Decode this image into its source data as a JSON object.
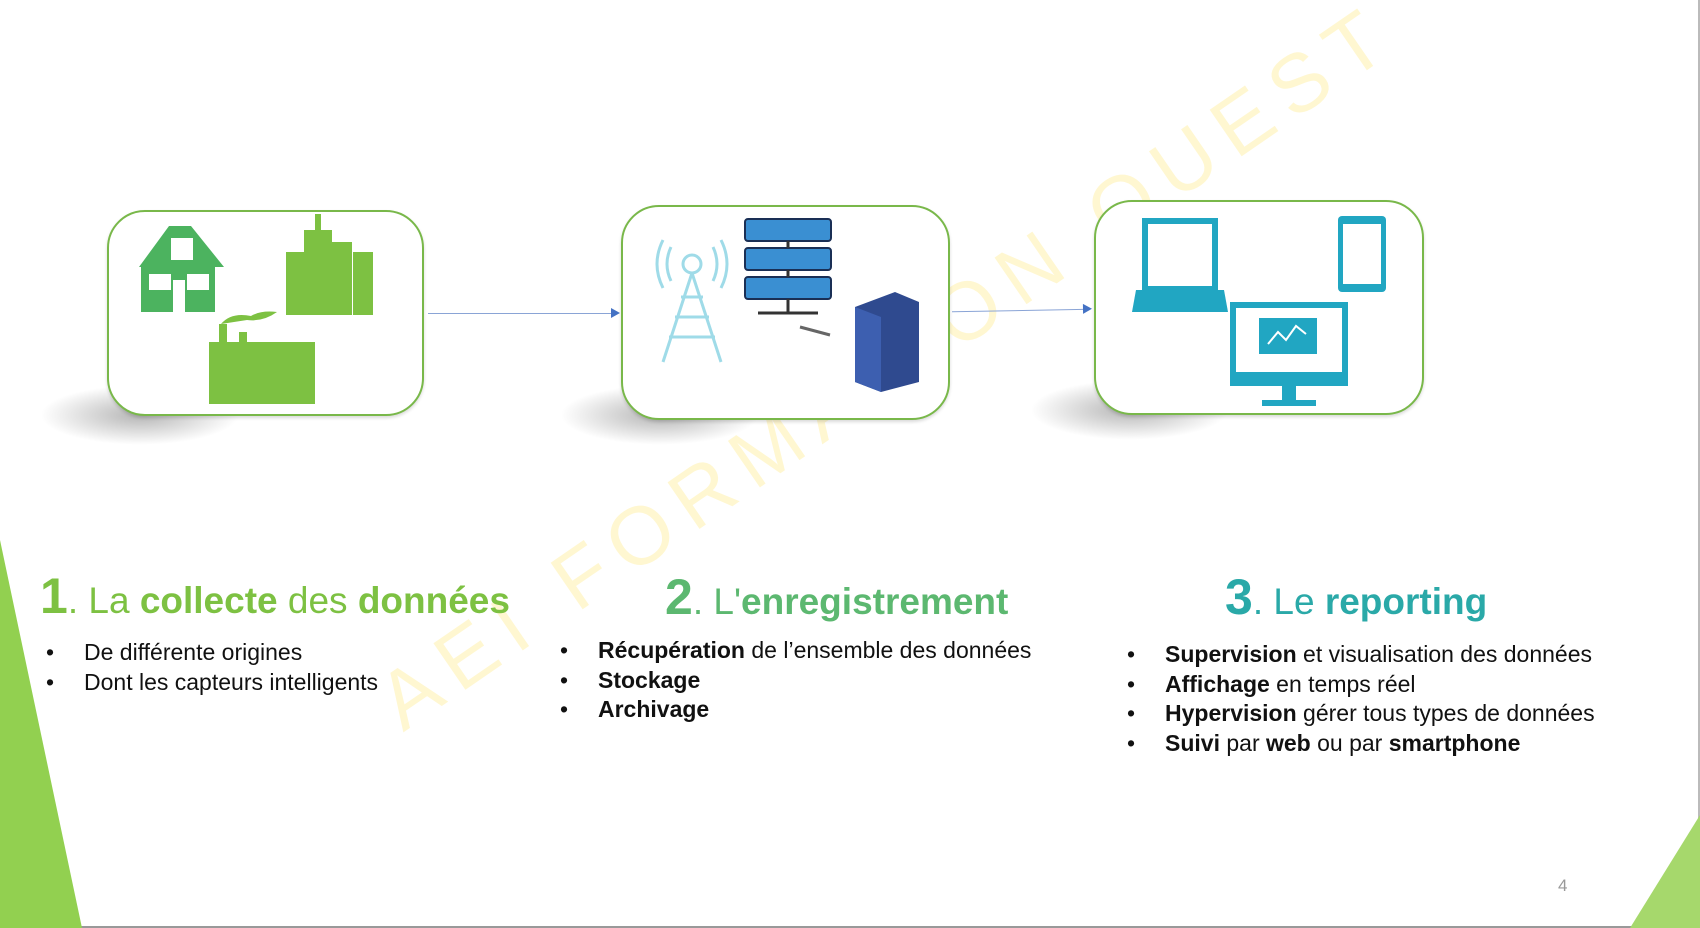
{
  "colors": {
    "green": "#7dc142",
    "green2": "#5cb870",
    "teal": "#2aa9a8",
    "edge": "#92d050"
  },
  "watermark": "AEI FORMATION OUEST",
  "steps": [
    {
      "num": "1",
      "sep": ". ",
      "t1": "La ",
      "t2": "collecte",
      "t3": " des ",
      "t4": "données",
      "bullets": [
        [
          "",
          "De différente origines"
        ],
        [
          "",
          "Dont les capteurs intelligents"
        ]
      ]
    },
    {
      "num": "2",
      "sep": ". ",
      "t1": "L'",
      "t2": "enregistrement",
      "bullets": [
        [
          "Récupération",
          " de l’ensemble des données"
        ],
        [
          "Stockage",
          ""
        ],
        [
          "Archivage",
          ""
        ]
      ]
    },
    {
      "num": "3",
      "sep": ". ",
      "t1": "Le ",
      "t2": "reporting",
      "bullets": [
        [
          "Supervision",
          " et visualisation des données"
        ],
        [
          "Affichage",
          " en temps réel"
        ],
        [
          "Hypervision",
          " gérer tous types de données"
        ]
      ],
      "last": {
        "a": "Suivi",
        "b": " par ",
        "c": "web",
        "d": " ou par ",
        "e": "smartphone"
      }
    }
  ],
  "page_number": "4"
}
